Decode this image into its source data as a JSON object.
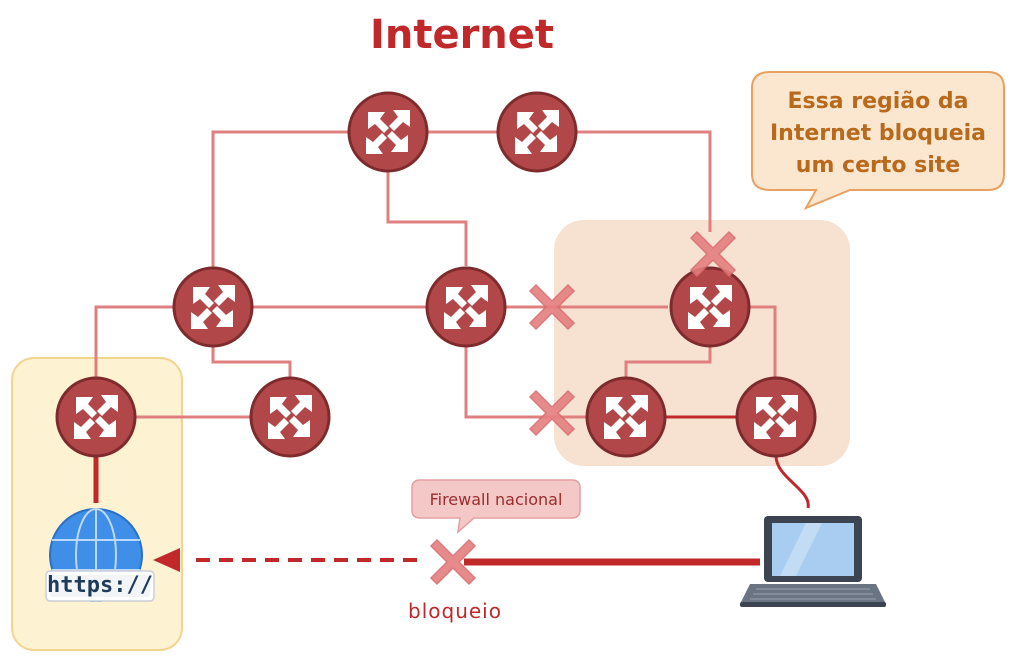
{
  "title": "Internet",
  "callout": {
    "lines": [
      "Essa região da",
      "Internet bloqueia",
      "um certo site"
    ]
  },
  "firewall_label": "Firewall nacional",
  "block_label": "bloqueio",
  "site_label": "https://",
  "colors": {
    "router": "#b2474a",
    "router_stroke": "#7e2b2d",
    "link": "#e07f7f",
    "link_dark": "#c0282a",
    "blocked_region": "#f7e2d2",
    "site_region": "#fdf2d2",
    "cross": "#e57e80",
    "callout_fill": "#fbe6d0",
    "callout_stroke": "#e9a060"
  }
}
